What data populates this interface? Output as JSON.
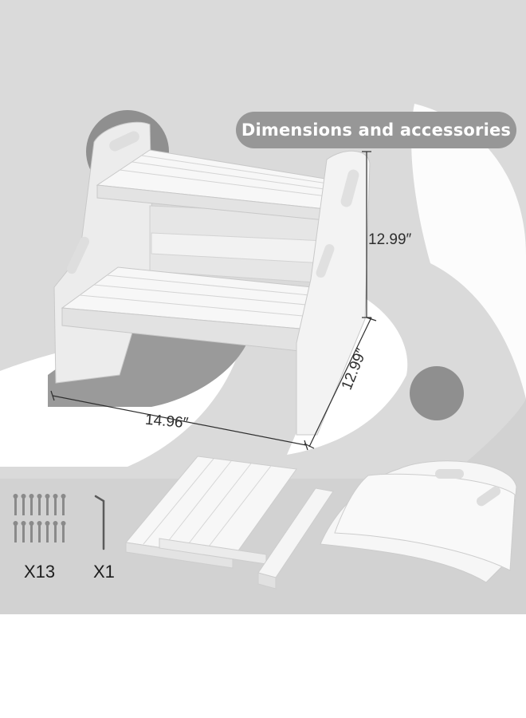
{
  "title": "Dimensions and accessories",
  "dimensions": {
    "height": "12.99″",
    "depth": "12.99″",
    "width": "14.96″"
  },
  "accessories": {
    "screws_qty": "X13",
    "wrench_qty": "X1"
  },
  "colors": {
    "panel": "#dadada",
    "accent_gray": "#979797",
    "product_white": "#f4f4f4"
  },
  "icons": [
    "screws-icon",
    "hex-wrench-icon",
    "dimension-arrow-icon"
  ]
}
